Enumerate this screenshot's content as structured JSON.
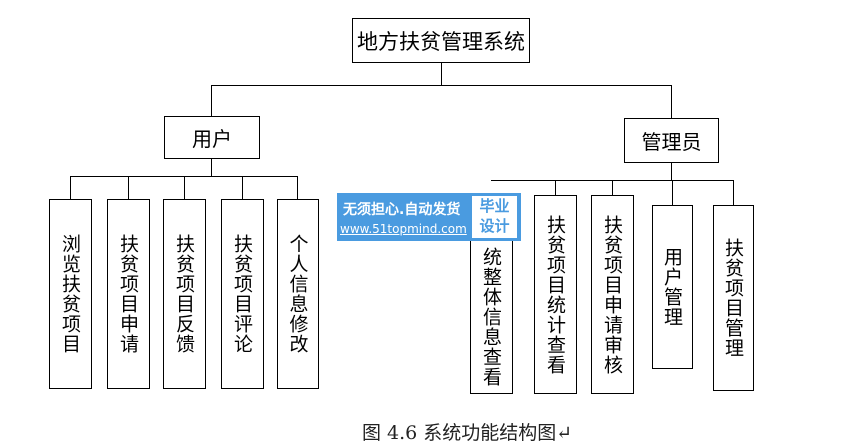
{
  "root": "地方扶贫管理系统",
  "user": {
    "label": "用户",
    "children": [
      "浏览扶贫项目",
      "扶贫项目申请",
      "扶贫项目反馈",
      "扶贫项目评论",
      "个人信息修改"
    ]
  },
  "admin": {
    "label": "管理员",
    "children": [
      "统整体信息查看",
      "扶贫项目统计查看",
      "扶贫项目申请审核",
      "用户管理",
      "扶贫项目管理"
    ]
  },
  "watermark": {
    "line1": "无须担心.自动发货",
    "line2": "www.51topmind.com",
    "badge1": "毕业",
    "badge2": "设计"
  },
  "caption": "图 4.6 系统功能结构图↵"
}
